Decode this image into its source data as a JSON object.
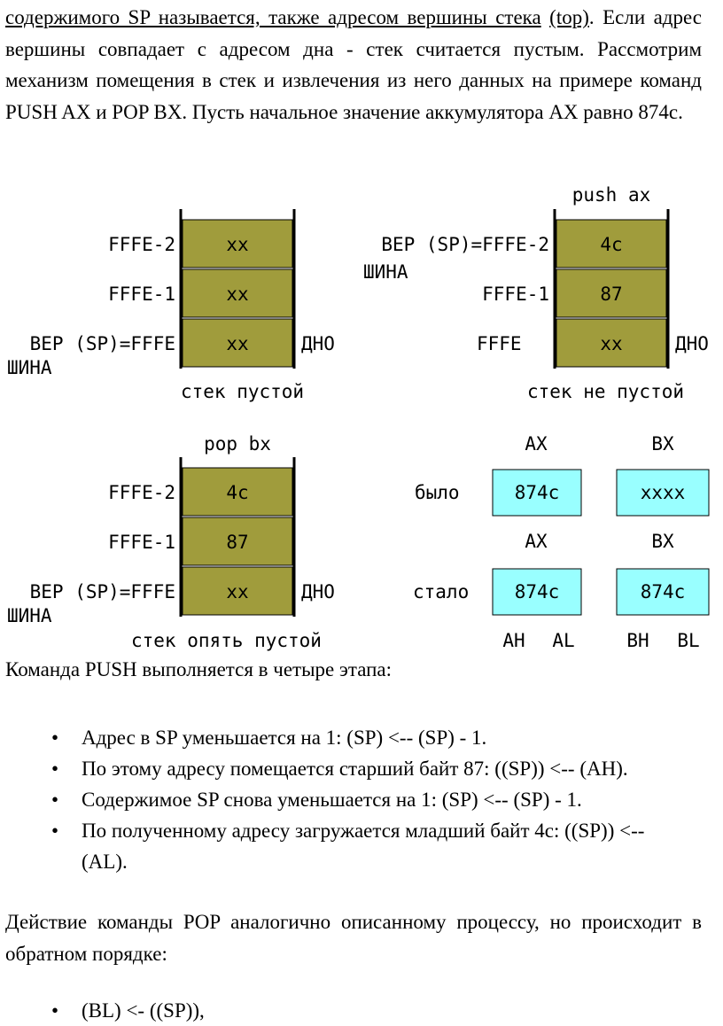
{
  "intro": {
    "part1": "содержимого SP называется, также адресом вершины стека",
    "part2": " ",
    "part3": "(top)",
    "part4": ". Если адрес вершины совпадает с адресом дна - стек считается пустым. Рассмотрим механизм помещения в стек и извлечения из него данных на примере команд PUSH AX и POP BX. Пусть начальное значение аккумулятора AX равно 874с."
  },
  "diagram": {
    "colors": {
      "cell": "#a09c3c",
      "reg": "#99ffff",
      "stroke": "#000000"
    },
    "stack_empty": {
      "rows": [
        {
          "label": "FFFE-2",
          "value": "xx"
        },
        {
          "label": "FFFE-1",
          "value": "xx"
        },
        {
          "label": "ВЕР (SP)=FFFE",
          "value": "xx"
        }
      ],
      "top_sub": "ШИНА",
      "bottom": "ДНО",
      "caption": "стек пустой"
    },
    "stack_push": {
      "header": "push ax",
      "rows": [
        {
          "label": "ВЕР (SP)=FFFE-2",
          "value": "4c"
        },
        {
          "label": "FFFE-1",
          "value": "87"
        },
        {
          "label": "FFFE",
          "value": "xx"
        }
      ],
      "top_sub": "ШИНА",
      "bottom": "ДНО",
      "caption": "стек не пустой"
    },
    "stack_pop": {
      "header": "pop bx",
      "rows": [
        {
          "label": "FFFE-2",
          "value": "4c"
        },
        {
          "label": "FFFE-1",
          "value": "87"
        },
        {
          "label": "ВЕР (SP)=FFFE",
          "value": "xx"
        }
      ],
      "top_sub": "ШИНА",
      "bottom": "ДНО",
      "caption": "стек опять пустой"
    },
    "registers": {
      "ax_label": "AX",
      "bx_label": "BX",
      "before_label": "было",
      "after_label": "стало",
      "before_ax": "874c",
      "before_bx": "xxxx",
      "after_ax": "874c",
      "after_bx": "874c",
      "ah": "AH",
      "al": "AL",
      "bh": "BH",
      "bl": "BL"
    }
  },
  "push_intro": "Команда PUSH выполняется в четыре этапа:",
  "push_steps": [
    "Адрес в SP уменьшается на 1: (SP) <-- (SP) - 1.",
    "По этому адресу помещается старший байт 87: ((SP)) <-- (AH).",
    "Содержимое SP снова уменьшается на 1: (SP) <-- (SP) - 1.",
    "По полученному адресу загружается младший байт 4c: ((SP)) <-- (AL)."
  ],
  "pop_intro": "Действие команды POP аналогично описанному процессу, но происходит в обратном порядке:",
  "pop_steps": [
    "(BL) <- ((SP)),"
  ],
  "bullet": "•"
}
